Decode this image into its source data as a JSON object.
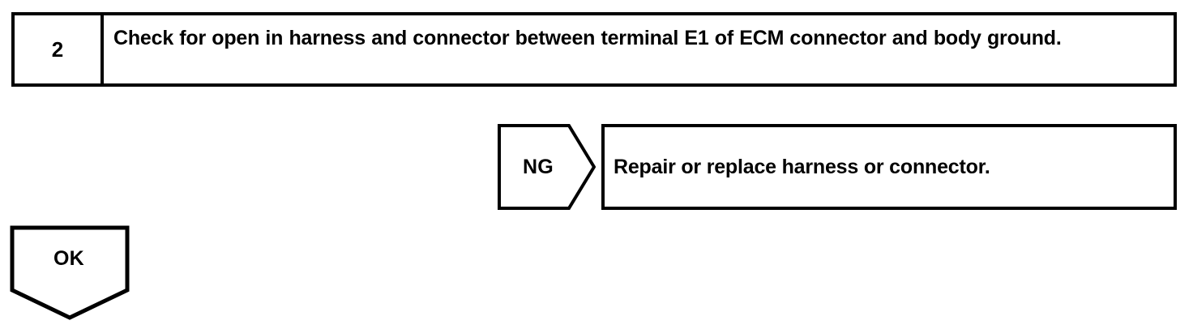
{
  "flowchart": {
    "step": {
      "number": "2",
      "instruction": "Check for open in harness and connector between terminal E1 of ECM connector and body ground."
    },
    "branches": [
      {
        "result_label": "NG",
        "shape": "chevron-right",
        "action": "Repair or replace harness or connector."
      },
      {
        "result_label": "OK",
        "shape": "pentagon-down",
        "action": ""
      }
    ],
    "colors": {
      "line": "#000000",
      "background": "#ffffff",
      "text": "#000000"
    }
  }
}
